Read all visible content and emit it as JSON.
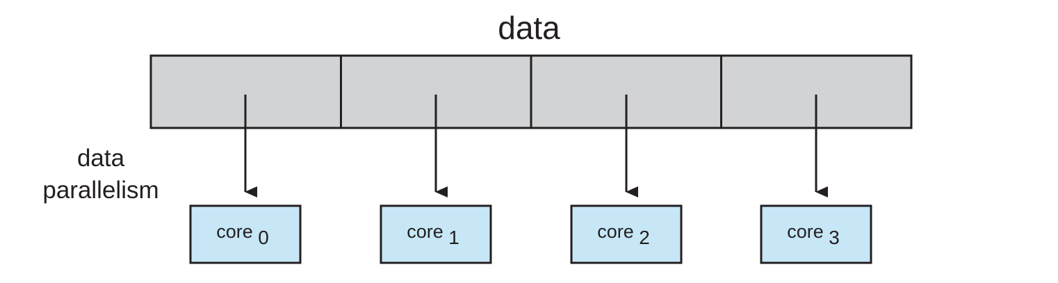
{
  "title": "data",
  "side_label": {
    "line1": "data",
    "line2": "parallelism"
  },
  "colors": {
    "data_block_fill": "#d1d3d4",
    "core_fill": "#c7e7f7",
    "stroke": "#231f20"
  },
  "data_segments": 4,
  "cores": [
    {
      "label": "core",
      "index": "0"
    },
    {
      "label": "core",
      "index": "1"
    },
    {
      "label": "core",
      "index": "2"
    },
    {
      "label": "core",
      "index": "3"
    }
  ]
}
